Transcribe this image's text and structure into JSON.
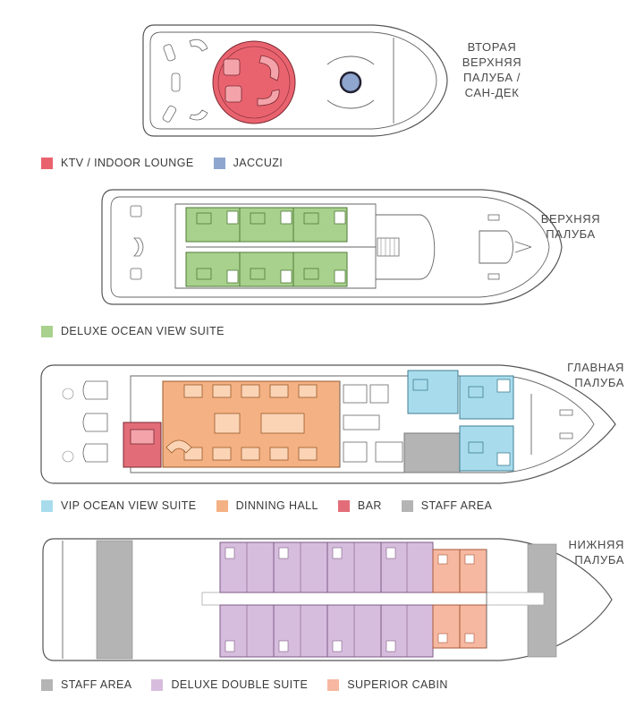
{
  "decks": [
    {
      "id": "sun-deck",
      "title_lines": [
        "ВТОРАЯ",
        "ВЕРХНЯЯ",
        "ПАЛУБА /",
        "САН-ДЕК"
      ],
      "legend": [
        {
          "label": "KTV / INDOOR LOUNGE",
          "color": "#e9636f"
        },
        {
          "label": "JACCUZI",
          "color": "#8fa6cf"
        }
      ]
    },
    {
      "id": "upper-deck",
      "title_lines": [
        "ВЕРХНЯЯ",
        "ПАЛУБА"
      ],
      "legend": [
        {
          "label": "DELUXE OCEAN VIEW SUITE",
          "color": "#a9d18e"
        }
      ]
    },
    {
      "id": "main-deck",
      "title_lines": [
        "ГЛАВНАЯ",
        "ПАЛУБА"
      ],
      "legend": [
        {
          "label": "VIP OCEAN VIEW SUITE",
          "color": "#a8dcec"
        },
        {
          "label": "DINNING HALL",
          "color": "#f4b183"
        },
        {
          "label": "BAR",
          "color": "#e26d78"
        },
        {
          "label": "STAFF AREA",
          "color": "#b4b4b4"
        }
      ]
    },
    {
      "id": "lower-deck",
      "title_lines": [
        "НИЖНЯЯ",
        "ПАЛУБА"
      ],
      "legend": [
        {
          "label": "STAFF AREA",
          "color": "#b4b4b4"
        },
        {
          "label": "DELUXE DOUBLE SUITE",
          "color": "#d7bddd"
        },
        {
          "label": "SUPERIOR CABIN",
          "color": "#f6b8a0"
        }
      ]
    }
  ]
}
